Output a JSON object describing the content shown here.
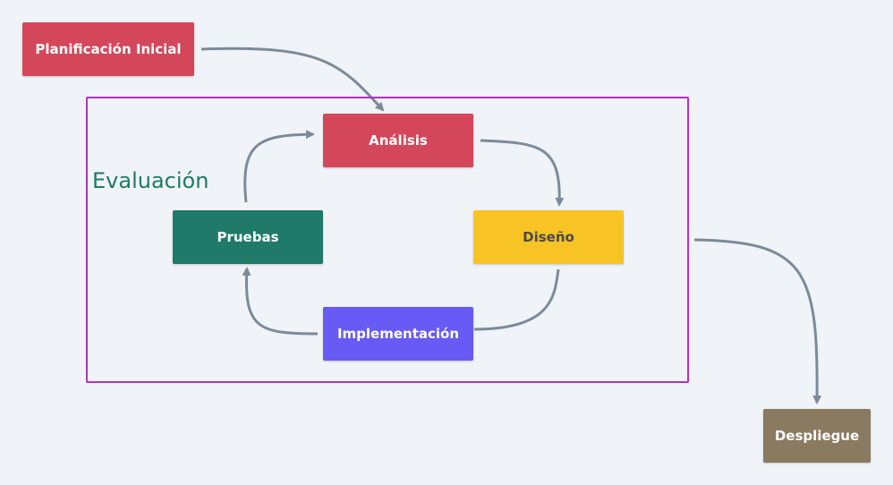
{
  "cluster": {
    "label": "Evaluación",
    "border_color": "#b431c2",
    "label_color": "#1e7a66"
  },
  "nodes": {
    "planificacion": {
      "label": "Planificación Inicial",
      "bg": "#d4475a",
      "fg": "#ffffff"
    },
    "analisis": {
      "label": "Análisis",
      "bg": "#d4475a",
      "fg": "#ffffff"
    },
    "diseno": {
      "label": "Diseño",
      "bg": "#f7c325",
      "fg": "#4a4a4a"
    },
    "implementacion": {
      "label": "Implementación",
      "bg": "#675af5",
      "fg": "#ffffff"
    },
    "pruebas": {
      "label": "Pruebas",
      "bg": "#1f7a6a",
      "fg": "#ffffff"
    },
    "despliegue": {
      "label": "Despliegue",
      "bg": "#8a7a60",
      "fg": "#ffffff"
    }
  },
  "edges": [
    {
      "from": "planificacion",
      "to": "analisis"
    },
    {
      "from": "analisis",
      "to": "diseno"
    },
    {
      "from": "diseno",
      "to": "implementacion"
    },
    {
      "from": "implementacion",
      "to": "pruebas"
    },
    {
      "from": "pruebas",
      "to": "analisis"
    },
    {
      "from": "cluster",
      "to": "despliegue"
    }
  ],
  "edge_color": "#7d8a99"
}
